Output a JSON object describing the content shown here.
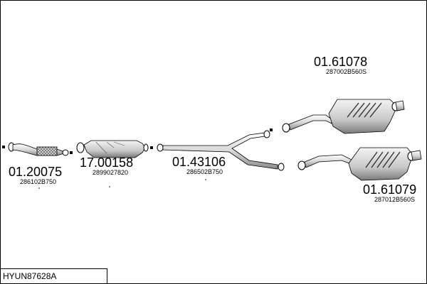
{
  "diagram": {
    "parts": [
      {
        "id": "front-pipe",
        "part_number": "01.20075",
        "oem_number": "286102B750"
      },
      {
        "id": "catalytic-converter",
        "part_number": "17.00158",
        "oem_number": "2899027820"
      },
      {
        "id": "middle-pipe",
        "part_number": "01.43106",
        "oem_number": "286502B750"
      },
      {
        "id": "rear-silencer-upper",
        "part_number": "01.61078",
        "oem_number": "287002B560S"
      },
      {
        "id": "rear-silencer-lower",
        "part_number": "01.61079",
        "oem_number": "287012B560S"
      }
    ]
  },
  "footer": {
    "vehicle_code": "HYUN87628A"
  }
}
